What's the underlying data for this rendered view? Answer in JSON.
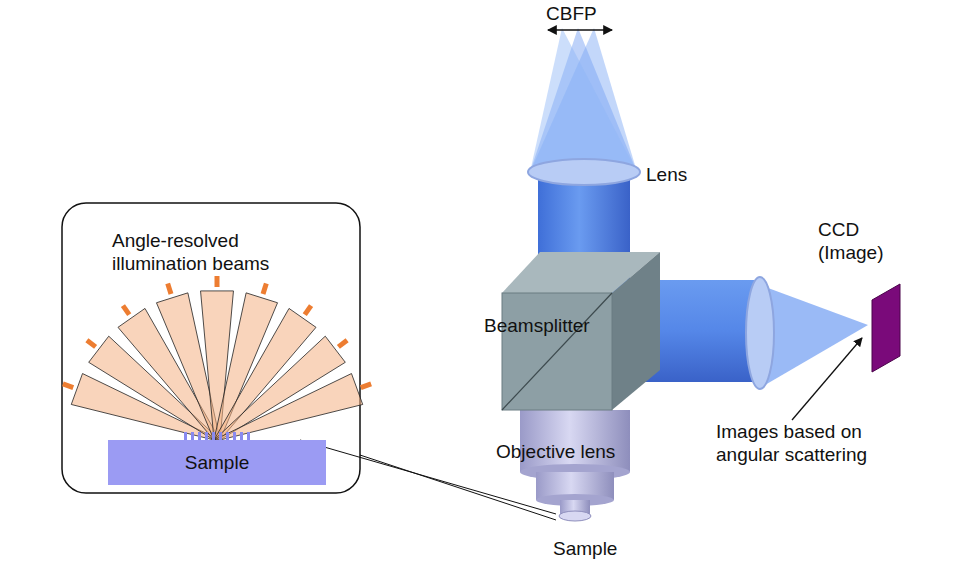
{
  "diagram": {
    "nodes": [
      {
        "text": [
          "Angle-resolved illumination beams"
        ]
      },
      {
        "text": [
          "Sample"
        ],
        "in": 0
      },
      {
        "text": [
          "Beamsplitter"
        ]
      },
      {
        "text": [
          "Objective lens"
        ]
      }
    ],
    "edges": [],
    "labels": [
      "CBFP",
      "Lens",
      "CCD (Image)",
      "Images based on angular scattering",
      "Sample"
    ]
  }
}
